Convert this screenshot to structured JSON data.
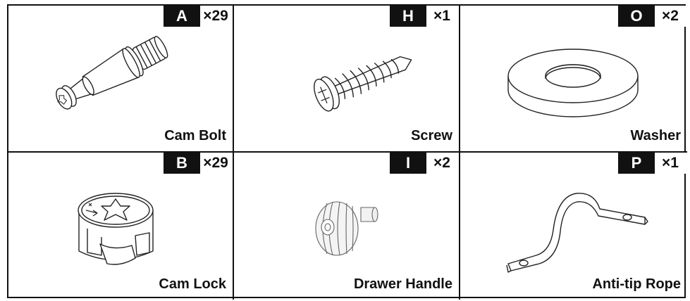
{
  "parts": [
    {
      "letter": "A",
      "quantity": "×29",
      "name": "Cam Bolt",
      "icon": "cam-bolt-icon"
    },
    {
      "letter": "H",
      "quantity": "×1",
      "name": "Screw",
      "icon": "screw-icon"
    },
    {
      "letter": "O",
      "quantity": "×2",
      "name": "Washer",
      "icon": "washer-icon"
    },
    {
      "letter": "B",
      "quantity": "×29",
      "name": "Cam Lock",
      "icon": "cam-lock-icon"
    },
    {
      "letter": "I",
      "quantity": "×2",
      "name": "Drawer Handle",
      "icon": "drawer-handle-icon"
    },
    {
      "letter": "P",
      "quantity": "×1",
      "name": "Anti-tip Rope",
      "icon": "anti-tip-rope-icon"
    }
  ]
}
